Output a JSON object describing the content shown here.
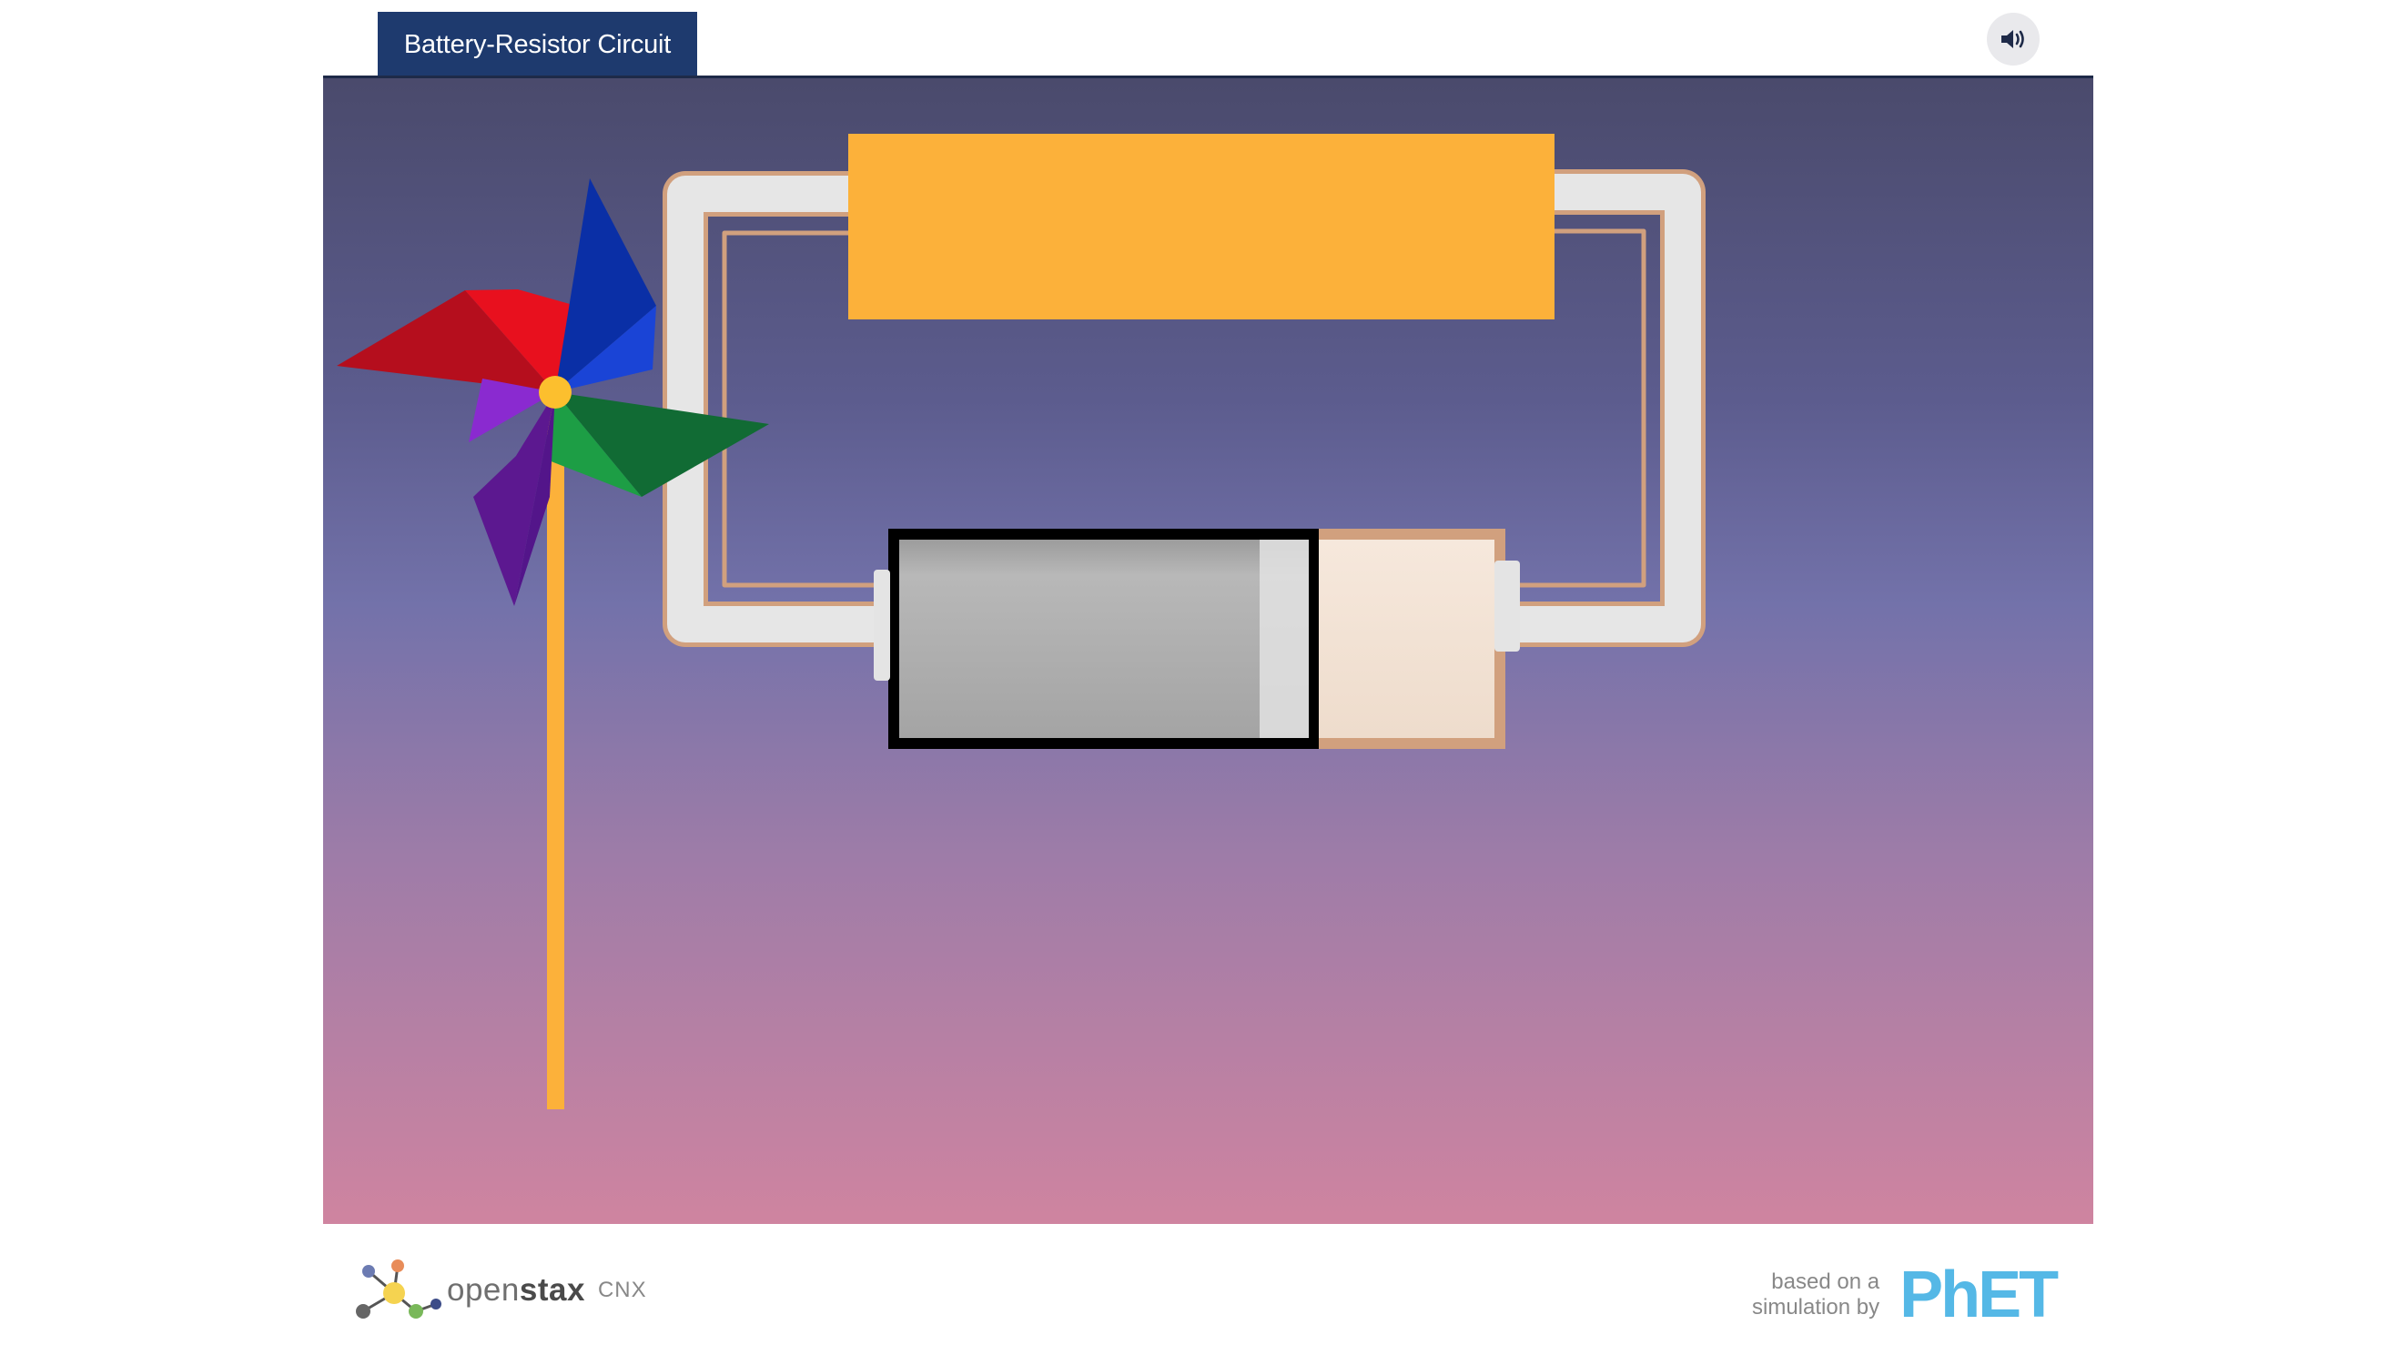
{
  "header": {
    "title": "Battery-Resistor Circuit"
  },
  "controls": {
    "sound_icon": "speaker-volume-icon"
  },
  "scene": {
    "pinwheel_colors": [
      "#e8101e",
      "#1a44d6",
      "#1d9e45",
      "#7b2bbe"
    ],
    "pinwheel_stick_color": "#fcb13a",
    "resistor_color": "#fcb13a",
    "wire_color": "#e6e6e6",
    "wire_border_color": "#d1a07e",
    "battery_body_color": "#a9a9a9",
    "battery_cap_color": "#f3e2d3"
  },
  "footer": {
    "openstax_word_open": "open",
    "openstax_word_stax": "stax",
    "openstax_cnx": "CNX",
    "based_on_line1": "based on a",
    "based_on_line2": "simulation by",
    "phet_label": "PhET"
  }
}
